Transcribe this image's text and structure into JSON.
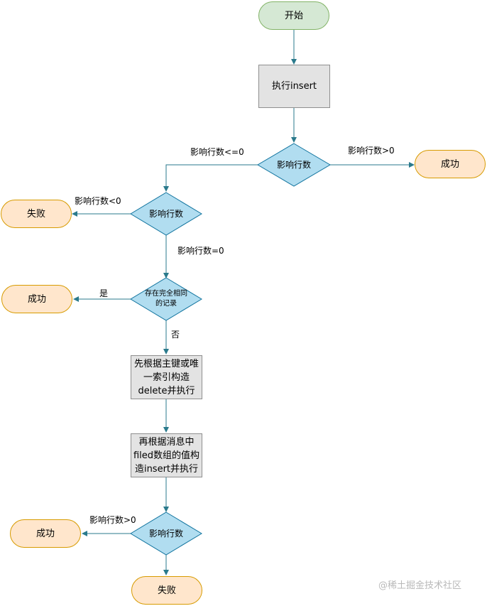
{
  "nodes": {
    "start": "开始",
    "exec_insert": "执行insert",
    "decision1": "影响行数",
    "success1": "成功",
    "decision2": "影响行数",
    "fail1": "失败",
    "decision3": "存在完全相同的记录",
    "success2": "成功",
    "proc_delete": "先根据主键或唯一索引构造delete并执行",
    "proc_reinsert": "再根据消息中filed数组的值构造insert并执行",
    "decision4": "影响行数",
    "success3": "成功",
    "fail2": "失败"
  },
  "edges": {
    "d1_right": "影响行数>0",
    "d1_left": "影响行数<=0",
    "d2_left": "影响行数<0",
    "d2_down": "影响行数=0",
    "d3_left": "是",
    "d3_down": "否",
    "d4_left": "影响行数>0"
  },
  "watermark": "@稀土掘金技术社区"
}
